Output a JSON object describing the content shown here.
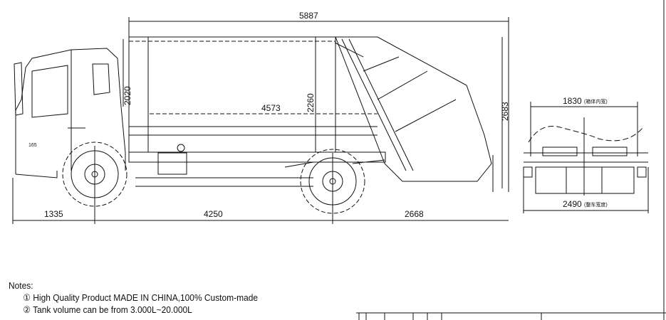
{
  "drawing": {
    "overall_length": "5887",
    "body_length": "4573",
    "cab_height_dim": "2020",
    "body_height": "2260",
    "overall_height": "2683",
    "front_overhang": "1335",
    "wheelbase": "4250",
    "rear_overhang": "2668",
    "inner_width": "1830",
    "inner_width_note": "(箱体内宽)",
    "overall_width": "2490",
    "overall_width_note": "(整车宽度)",
    "cab_badge": "165"
  },
  "notes": {
    "title": "Notes:",
    "items": [
      {
        "marker": "①",
        "text": "High Quality Product MADE IN CHINA,100% Custom-made"
      },
      {
        "marker": "②",
        "text": "Tank volume can be from 3.000L~20.000L"
      }
    ]
  }
}
